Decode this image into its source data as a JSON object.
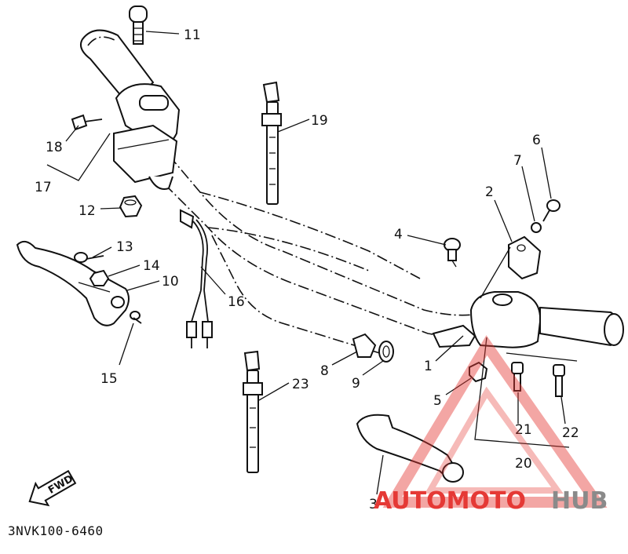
{
  "diagram": {
    "code": "3NVK100-6460",
    "fwd_label": "FWD",
    "callouts": {
      "n1": "1",
      "n2": "2",
      "n3": "3",
      "n4": "4",
      "n5": "5",
      "n6": "6",
      "n7": "7",
      "n8": "8",
      "n9": "9",
      "n10": "10",
      "n11": "11",
      "n12": "12",
      "n13": "13",
      "n14": "14",
      "n15": "15",
      "n16": "16",
      "n17": "17",
      "n18": "18",
      "n19": "19",
      "n20": "20",
      "n21": "21",
      "n22": "22",
      "n23": "23"
    }
  },
  "watermark": {
    "brand_a": "AUTOMOTO",
    "brand_b": "HUB",
    "color_red": "#e53935",
    "color_gray": "#8a8a8a"
  }
}
